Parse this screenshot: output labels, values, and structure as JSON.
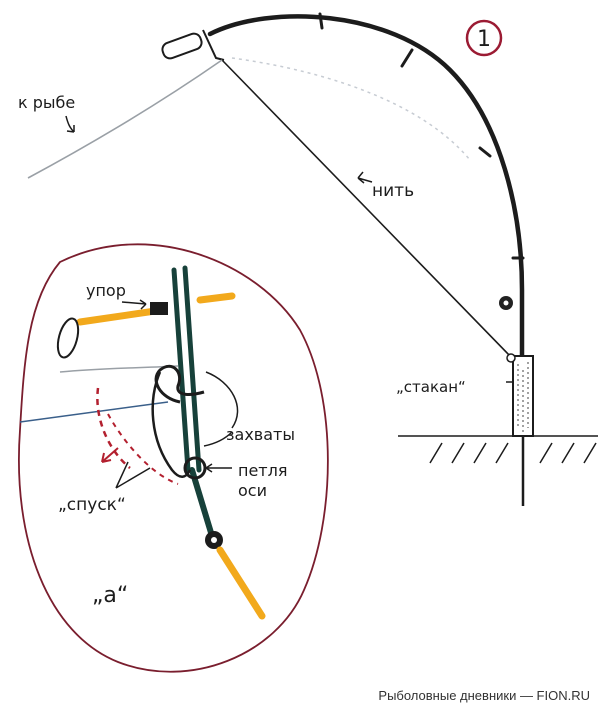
{
  "figure_number": "1",
  "labels": {
    "to_fish": "к рыбе",
    "thread": "нить",
    "cup": "„стакан“",
    "stop": "упор",
    "grips": "захваты",
    "axis_loop_1": "петля",
    "axis_loop_2": "оси",
    "trigger": "„спуск“",
    "inset": "„а“"
  },
  "caption": "Рыболовные дневники — FION.RU",
  "colors": {
    "ink": "#1c1c1c",
    "rod": "#17413a",
    "inset_outline": "#7a1e2e",
    "figure_number": "#9b1b33",
    "red_marker": "#b3202f",
    "yellow_stick": "#f2a91c"
  }
}
